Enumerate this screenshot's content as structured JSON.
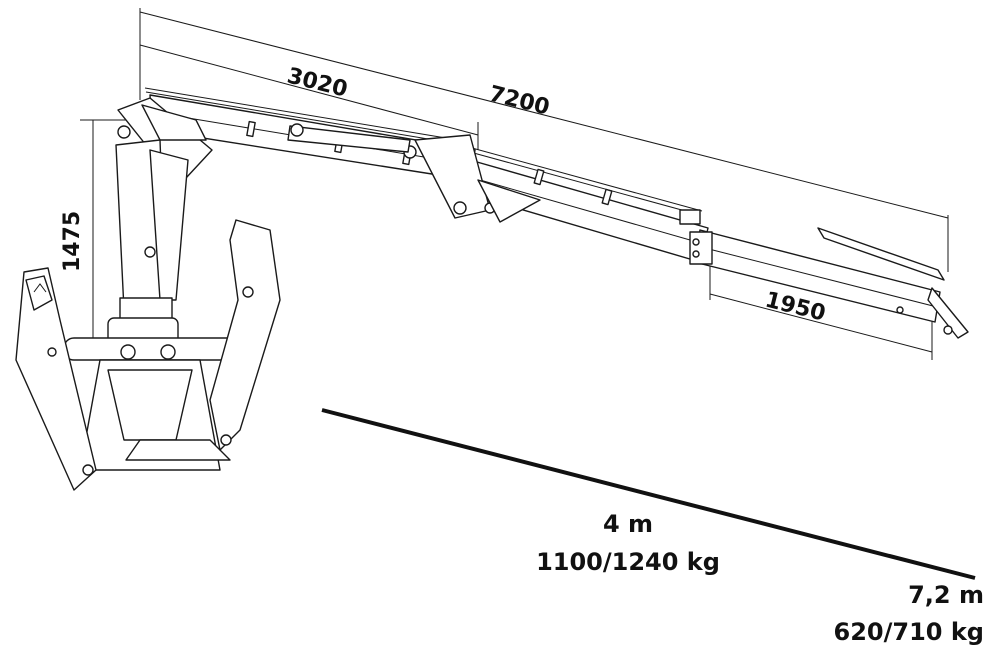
{
  "dimensions": {
    "total_reach": "7200",
    "inner_boom": "3020",
    "extension": "1950",
    "height": "1475"
  },
  "capacity": {
    "near": {
      "distance": "4 m",
      "load": "1100/1240 kg"
    },
    "far": {
      "distance": "7,2 m",
      "load": "620/710 kg"
    }
  },
  "colors": {
    "ink": "#111111",
    "paper": "#ffffff"
  }
}
